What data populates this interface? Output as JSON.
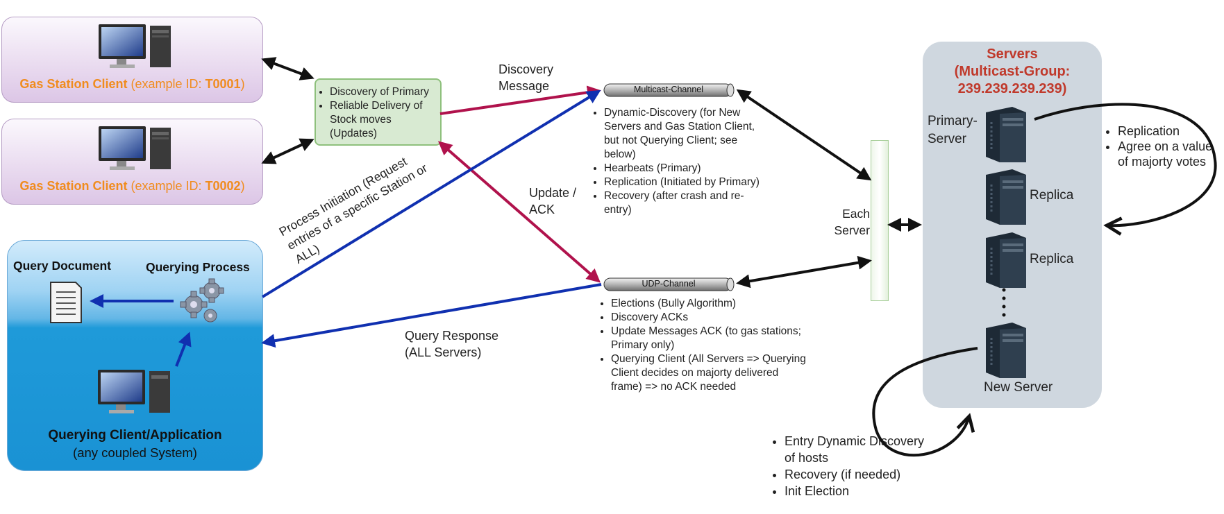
{
  "colors": {
    "gas_label": "#f08c1e",
    "servers_title": "#c0392b",
    "arrow_black": "#111111",
    "arrow_crimson": "#b0124c",
    "arrow_blue": "#1030b0"
  },
  "gas_clients": [
    {
      "name": "Gas Station Client",
      "id_prefix": "(example ID: ",
      "id": "T0001",
      "id_suffix": ")"
    },
    {
      "name": "Gas Station Client",
      "id_prefix": "(example ID: ",
      "id": "T0002",
      "id_suffix": ")"
    }
  ],
  "primary_box": {
    "items": [
      "Discovery of Primary",
      "Reliable Delivery of Stock moves (Updates)"
    ]
  },
  "labels": {
    "discovery_message": "Discovery Message",
    "update_ack": "Update / ACK",
    "process_initiation": "Process Initiation (Request entries of a specific Station or ALL)",
    "query_response": "Query Response (ALL Servers)",
    "each_server": "Each Server"
  },
  "query_box": {
    "query_document": "Query Document",
    "querying_process": "Querying Process",
    "client_title": "Querying Client/Application",
    "client_subtitle": "(any coupled System)"
  },
  "multicast_channel": {
    "name": "Multicast-Channel",
    "items": [
      "Dynamic-Discovery (for New Servers and Gas Station Client, but not Querying Client; see below)",
      "Hearbeats (Primary)",
      "Replication (Initiated by Primary)",
      "Recovery (after crash and re-entry)"
    ]
  },
  "udp_channel": {
    "name": "UDP-Channel",
    "items": [
      "Elections (Bully Algorithm)",
      "Discovery ACKs",
      "Update Messages ACK (to gas stations; Primary only)",
      "Querying Client (All Servers => Querying Client decides on majorty delivered frame) => no ACK needed"
    ]
  },
  "servers": {
    "title_line1": "Servers",
    "title_line2": "(Multicast-Group:",
    "title_line3": "239.239.239.239)",
    "primary": "Primary-Server",
    "replica1": "Replica",
    "replica2": "Replica",
    "new_server": "New Server"
  },
  "replication_notes": [
    "Replication",
    "Agree on a value of majorty votes"
  ],
  "new_server_notes": [
    "Entry Dynamic Discovery of hosts",
    "Recovery (if needed)",
    "Init Election"
  ]
}
